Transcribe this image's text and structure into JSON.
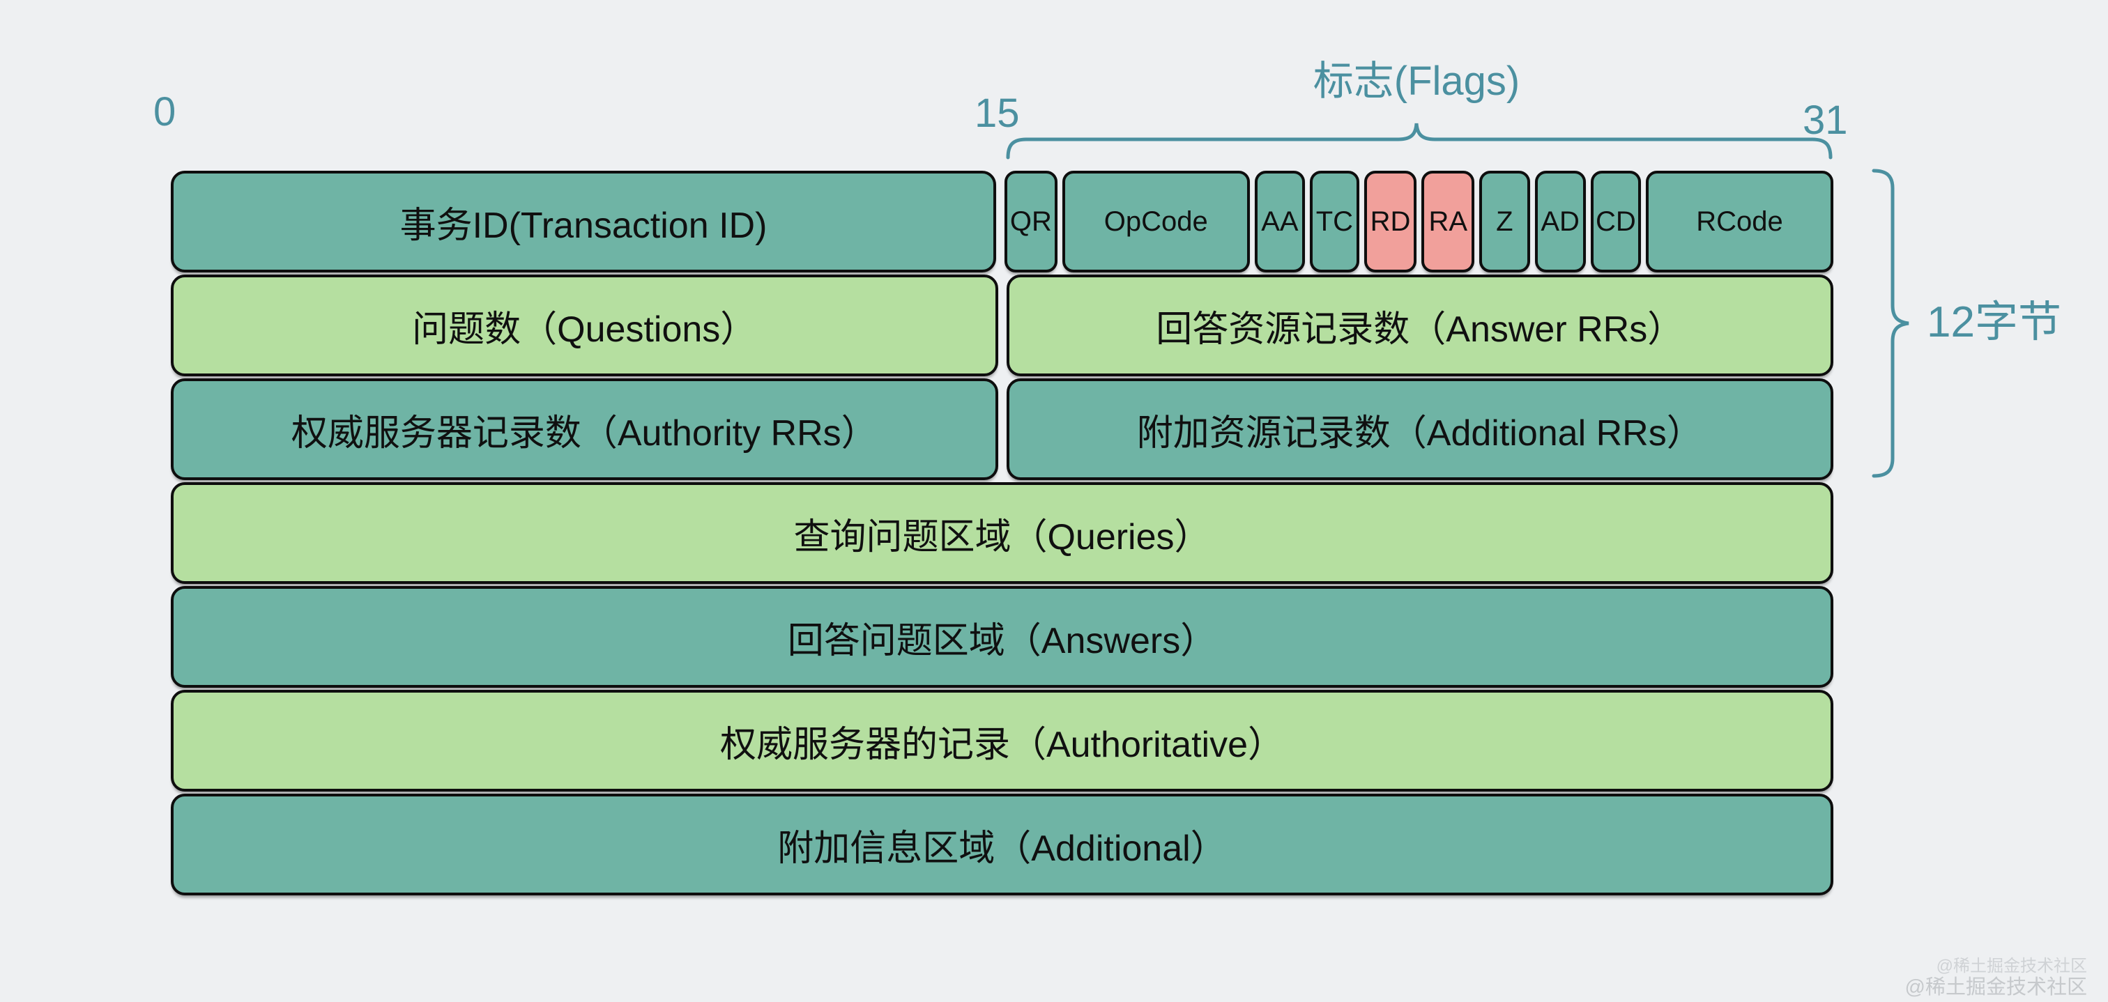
{
  "colors": {
    "background": "#eef0f2",
    "teal_box": "#6fb4a5",
    "green_box": "#b5dfa0",
    "pink_box": "#f1a09b",
    "annotation": "#4b90a0",
    "border": "#0e0e0e",
    "box_text": "#101010",
    "watermark": "#c9cccf"
  },
  "axis_labels": {
    "zero": "0",
    "fifteen": "15",
    "thirtyone": "31"
  },
  "flags_title": "标志(Flags)",
  "byte_brace_label": "12字节",
  "rows": [
    {
      "cells": [
        {
          "label": "事务ID(Transaction ID)"
        }
      ]
    },
    {
      "cells": [
        {
          "label": "问题数（Questions）"
        },
        {
          "label": "回答资源记录数（Answer RRs）"
        }
      ]
    },
    {
      "cells": [
        {
          "label": "权威服务器记录数（Authority RRs）"
        },
        {
          "label": "附加资源记录数（Additional RRs）"
        }
      ]
    },
    {
      "cells": [
        {
          "label": "查询问题区域（Queries）"
        }
      ]
    },
    {
      "cells": [
        {
          "label": "回答问题区域（Answers）"
        }
      ]
    },
    {
      "cells": [
        {
          "label": "权威服务器的记录（Authoritative）"
        }
      ]
    },
    {
      "cells": [
        {
          "label": "附加信息区域（Additional）"
        }
      ]
    }
  ],
  "flags": [
    {
      "label": "QR"
    },
    {
      "label": "OpCode"
    },
    {
      "label": "AA"
    },
    {
      "label": "TC"
    },
    {
      "label": "RD"
    },
    {
      "label": "RA"
    },
    {
      "label": "Z"
    },
    {
      "label": "AD"
    },
    {
      "label": "CD"
    },
    {
      "label": "RCode"
    }
  ],
  "watermark": {
    "line1": "@稀土掘金技术社区",
    "line2": "@稀土掘金技术社区"
  }
}
